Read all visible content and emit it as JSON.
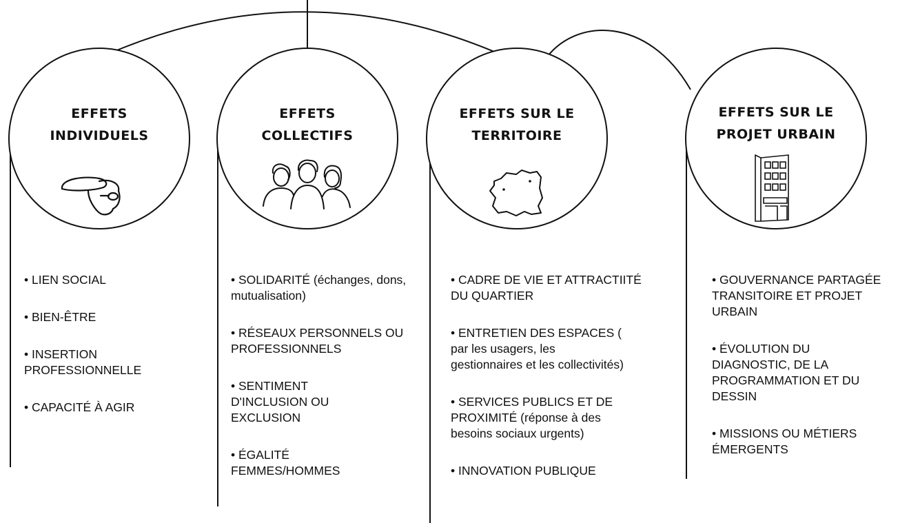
{
  "columns": [
    {
      "title_lines": [
        "EFFETS",
        "INDIVIDUELS"
      ],
      "icon": "person-with-cap-icon",
      "items": [
        "LIEN SOCIAL",
        "BIEN-ÊTRE",
        "INSERTION PROFESSIONNELLE",
        "CAPACITÉ À AGIR"
      ]
    },
    {
      "title_lines": [
        "EFFETS",
        "COLLECTIFS"
      ],
      "icon": "group-of-people-icon",
      "items": [
        "SOLIDARITÉ (échanges, dons, mutualisation)",
        "RÉSEAUX PERSONNELS OU PROFESSIONNELS",
        "SENTIMENT D'INCLUSION OU EXCLUSION",
        "ÉGALITÉ FEMMES/HOMMES"
      ]
    },
    {
      "title_lines": [
        "EFFETS SUR LE",
        "TERRITOIRE"
      ],
      "icon": "territory-map-icon",
      "items": [
        "CADRE DE VIE ET ATTRACTIITÉ DU QUARTIER",
        "ENTRETIEN DES ESPACES ( par les usagers, les gestionnaires et les collectivités)",
        "SERVICES PUBLICS ET DE PROXIMITÉ (réponse à des besoins sociaux urgents)",
        "INNOVATION PUBLIQUE"
      ]
    },
    {
      "title_lines": [
        "EFFETS SUR LE",
        "PROJET URBAIN"
      ],
      "icon": "building-icon",
      "items": [
        "GOUVERNANCE PARTAGÉE TRANSITOIRE ET PROJET URBAIN",
        "ÉVOLUTION DU DIAGNOSTIC, DE LA PROGRAMMATION ET DU DESSIN",
        "MISSIONS OU MÉTIERS ÉMERGENTS"
      ]
    }
  ]
}
